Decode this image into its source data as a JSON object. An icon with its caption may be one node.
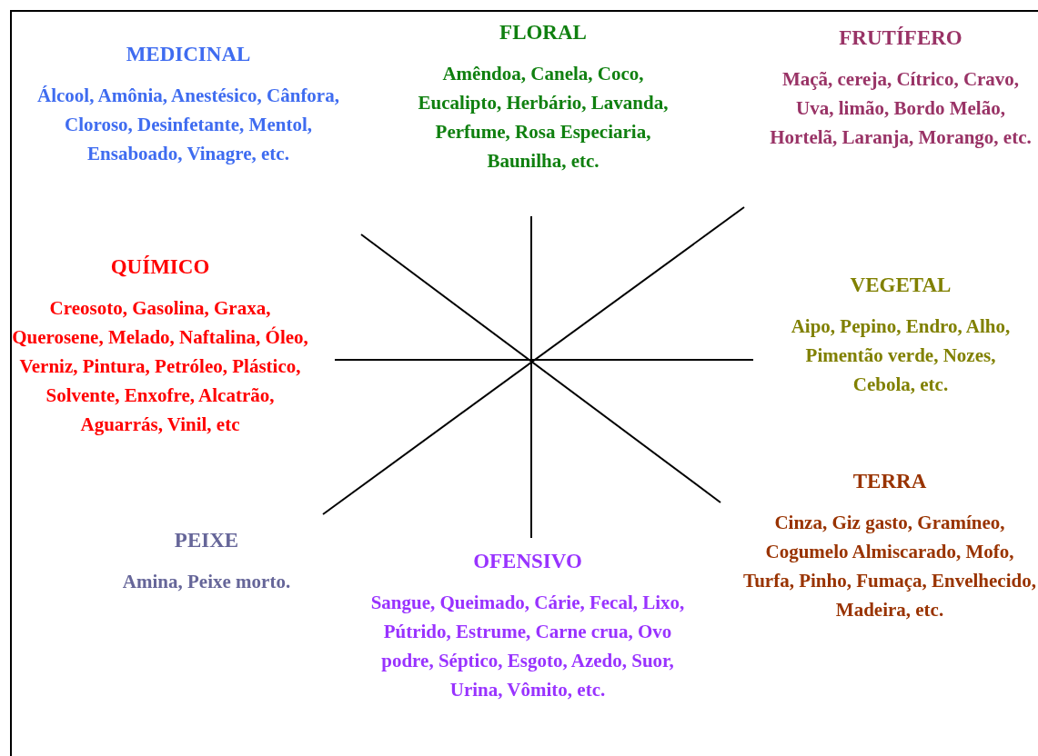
{
  "diagram": {
    "nodes": [
      {
        "text": [
          "MEDICINAL",
          "Álcool, Amônia, Anestésico, Cânfora, Cloroso, Desinfetante, Mentol, Ensaboado, Vinagre, etc."
        ]
      },
      {
        "text": [
          "FLORAL",
          "Amêndoa, Canela, Coco, Eucalipto, Herbário, Lavanda, Perfume, Rosa Especiaria, Baunilha, etc."
        ]
      },
      {
        "text": [
          "FRUTÍFERO",
          "Maçã, cereja, Cítrico, Cravo, Uva, limão, Bordo Melão, Hortelã, Laranja, Morango, etc."
        ]
      },
      {
        "text": [
          "QUÍMICO",
          "Creosoto, Gasolina, Graxa, Querosene, Melado, Naftalina, Óleo, Verniz, Pintura, Petróleo, Plástico, Solvente, Enxofre, Alcatrão, Aguarrás, Vinil, etc"
        ]
      },
      {
        "text": [
          "VEGETAL",
          "Aipo, Pepino, Endro, Alho, Pimentão verde, Nozes, Cebola, etc."
        ]
      },
      {
        "text": [
          "PEIXE",
          "Amina, Peixe morto."
        ]
      },
      {
        "text": [
          "OFENSIVO",
          "Sangue, Queimado, Cárie, Fecal, Lixo, Pútrido, Estrume, Carne crua, Ovo podre, Séptico, Esgoto, Azedo, Suor, Urina, Vômito, etc."
        ]
      },
      {
        "text": [
          "TERRA",
          "Cinza, Giz gasto, Gramíneo, Cogumelo Almiscarado, Mofo, Turfa, Pinho, Fumaça, Envelhecido, Madeira, etc."
        ]
      }
    ]
  }
}
